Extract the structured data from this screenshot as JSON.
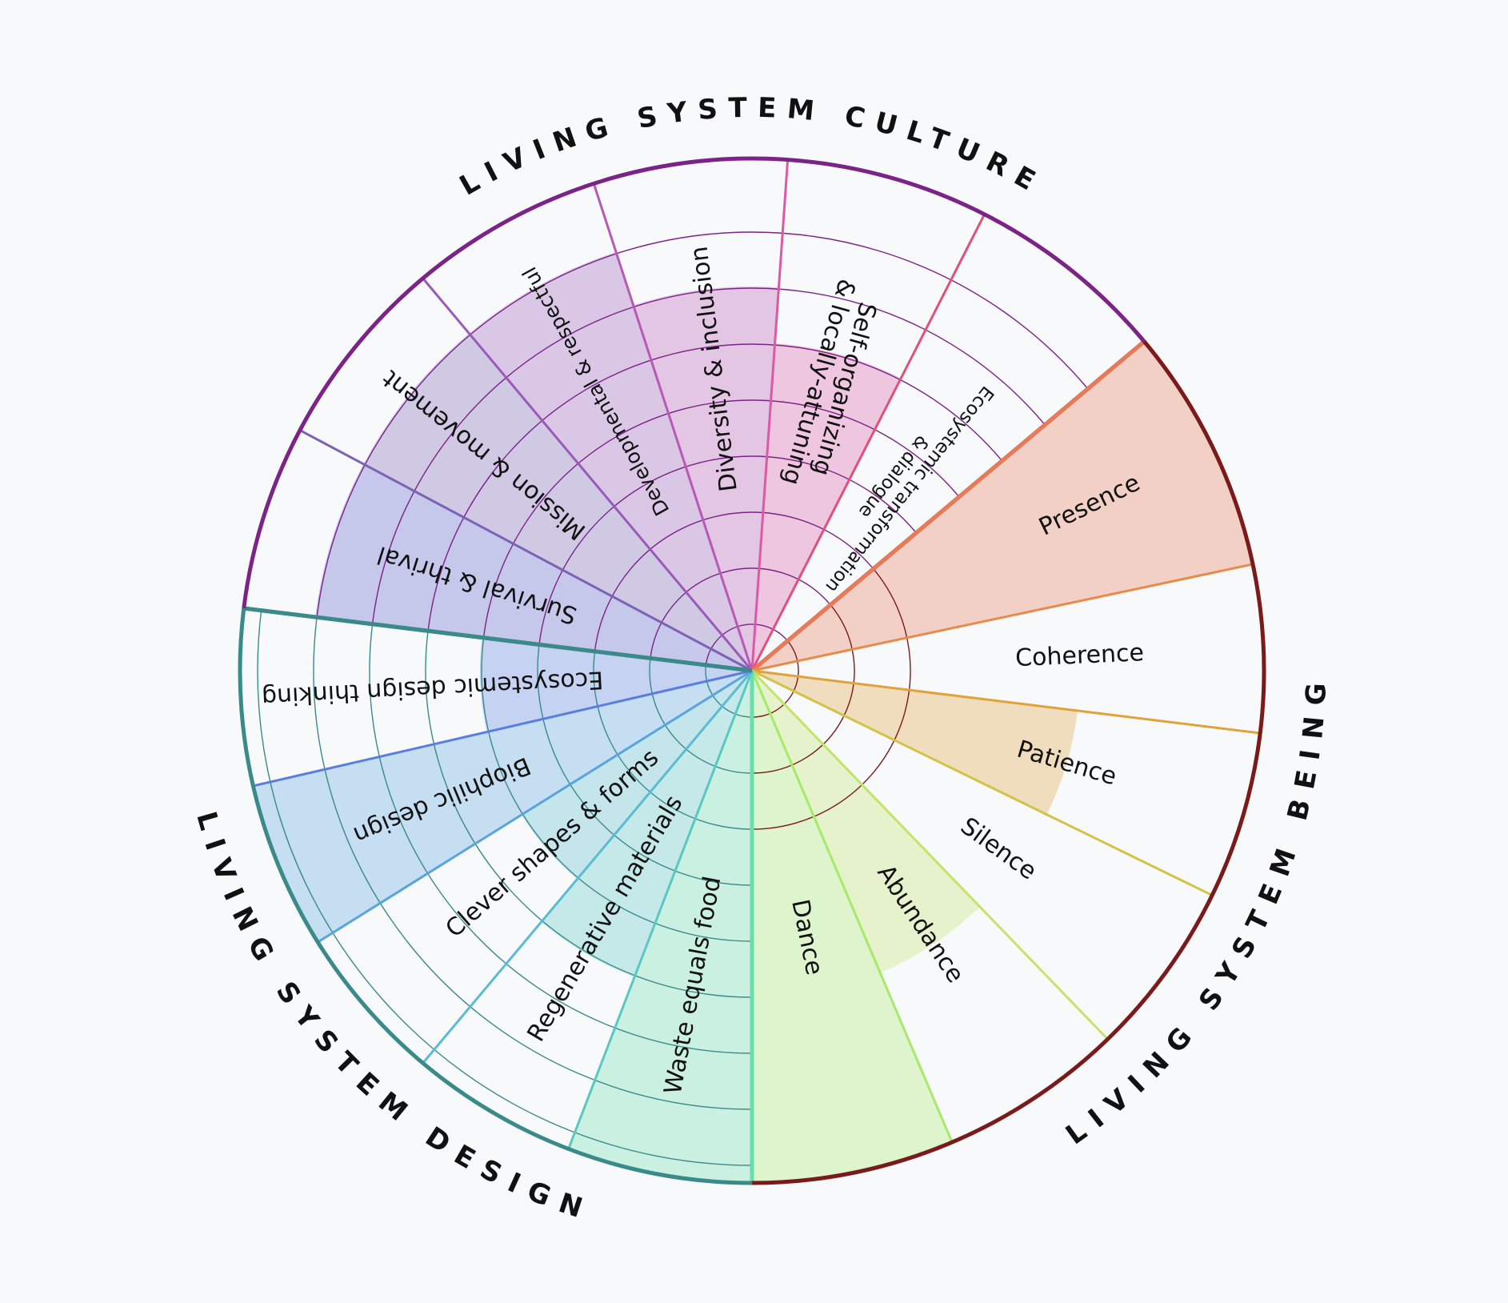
{
  "dimensions": [
    {
      "title": "LIVING SYSTEM CULTURE",
      "outline_color": "#7b2386",
      "segments": [
        {
          "label": "Survival & thrival",
          "level": 8,
          "color": "#5a60c8"
        },
        {
          "label": "Mission & movement",
          "level": 8,
          "color": "#7b62b4"
        },
        {
          "label": "Developmental & respectful",
          "level": 8,
          "color": "#9a5ab8"
        },
        {
          "label": "Diversity & inclusion",
          "level": 7,
          "color": "#b85ab4"
        },
        {
          "label": "Self-organizing & locally-attuning",
          "level": 6,
          "color": "#dc5aa4"
        },
        {
          "label": "Ecosystemic transformation & dialogue",
          "level": 0,
          "color": "#e0507a"
        }
      ]
    },
    {
      "title": "LIVING SYSTEM BEING",
      "outline_color": "#7a1a1a",
      "segments": [
        {
          "label": "Presence",
          "level": 9,
          "color": "#e87a56"
        },
        {
          "label": "Coherence",
          "level": 0,
          "color": "#e88a4a"
        },
        {
          "label": "Patience",
          "level": 6,
          "color": "#e0a23a"
        },
        {
          "label": "Silence",
          "level": 0,
          "color": "#d4c246"
        },
        {
          "label": "Abundance",
          "level": 6,
          "color": "#c2e46a"
        },
        {
          "label": "Dance",
          "level": 9,
          "color": "#a6ea6a"
        }
      ]
    },
    {
      "title": "LIVING SYSTEM DESIGN",
      "outline_color": "#3a8a8a",
      "segments": [
        {
          "label": "Waste equals food",
          "level": 9,
          "color": "#6adeaa"
        },
        {
          "label": "Regenerative materials",
          "level": 6,
          "color": "#5ac8c0"
        },
        {
          "label": "Clever shapes & forms",
          "level": 5,
          "color": "#5abcd0"
        },
        {
          "label": "Biophilic design",
          "level": 9,
          "color": "#5aa4dc"
        },
        {
          "label": "Ecosystemic design thinking",
          "level": 5,
          "color": "#5a7ede"
        }
      ]
    }
  ]
}
